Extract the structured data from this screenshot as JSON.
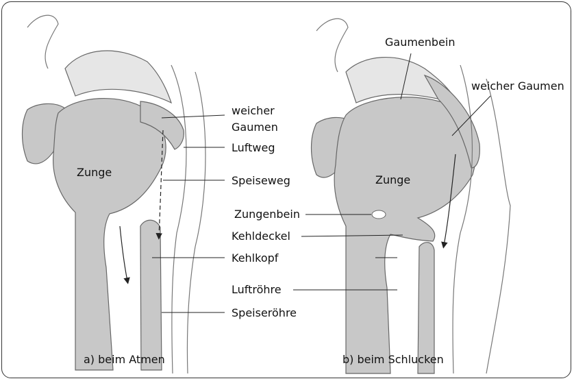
{
  "panel_a": {
    "caption": "a) beim Atmen",
    "tongue": "Zunge",
    "labels": {
      "soft_palate_1": "weicher",
      "soft_palate_2": "Gaumen",
      "airway": "Luftweg",
      "food_path": "Speiseweg",
      "larynx": "Kehlkopf",
      "esophagus": "Speiseröhre"
    }
  },
  "panel_b": {
    "caption": "b) beim Schlucken",
    "tongue": "Zunge",
    "labels": {
      "palatine_bone": "Gaumenbein",
      "soft_palate": "weicher Gaumen",
      "hyoid": "Zungenbein",
      "epiglottis": "Kehldeckel",
      "trachea": "Luftröhre"
    }
  }
}
